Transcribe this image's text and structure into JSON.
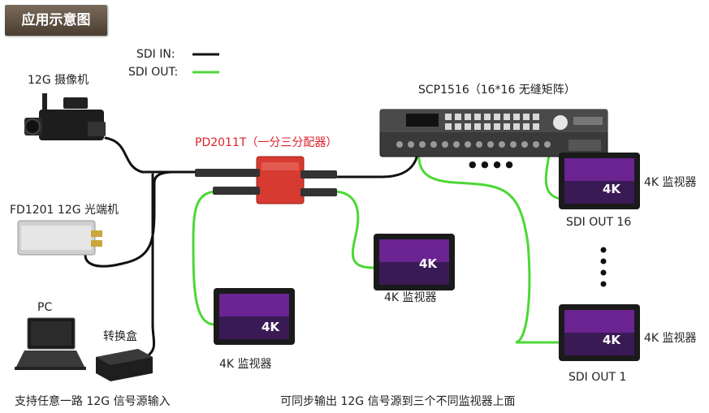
{
  "title": "应用示意图",
  "legend": {
    "in_label": "SDI IN:",
    "out_label": "SDI OUT:",
    "in_color": "#111111",
    "out_color": "#4cd835"
  },
  "devices": {
    "camera": "12G 摄像机",
    "fiber": "FD1201 12G 光端机",
    "pc": "PC",
    "converter": "转换盒",
    "splitter": "PD2011T（一分三分配器）",
    "matrix": "SCP1516（16*16 无缝矩阵）",
    "monitor": "4K 监视器",
    "monitor_badge": "4K",
    "sdi_out_16": "SDI OUT 16",
    "sdi_out_1": "SDI OUT 1",
    "dots_h": "● ● ● ●"
  },
  "captions": {
    "left": "支持任意一路 12G 信号源输入",
    "right": "可同步输出 12G 信号源到三个不同监视器上面"
  }
}
